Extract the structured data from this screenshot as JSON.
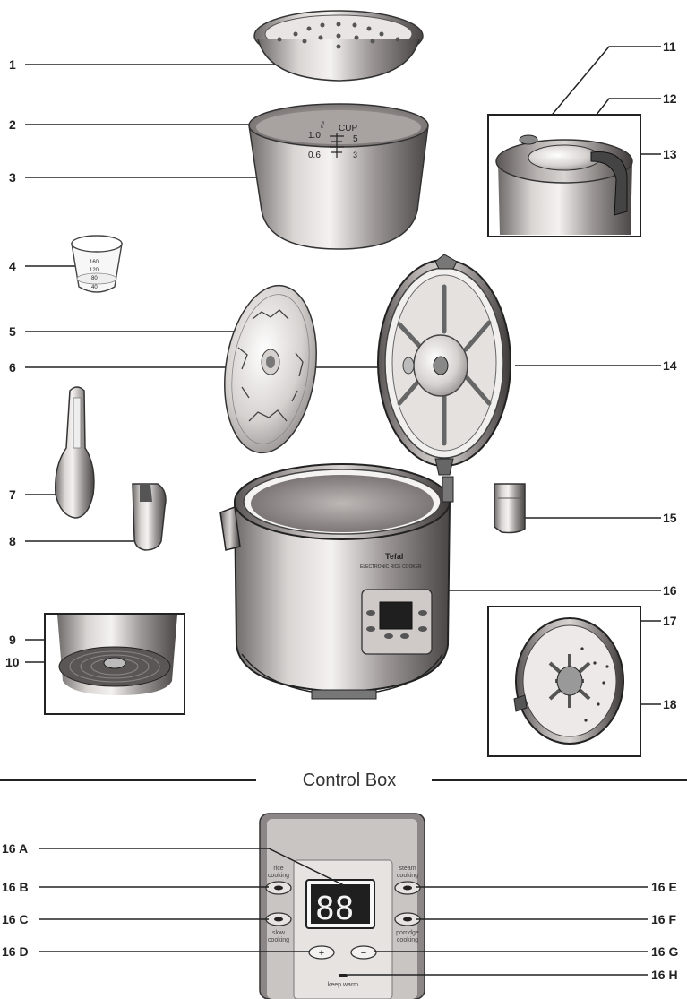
{
  "callouts": {
    "c1": "1",
    "c2": "2",
    "c3": "3",
    "c4": "4",
    "c5": "5",
    "c6": "6",
    "c7": "7",
    "c8": "8",
    "c9": "9",
    "c10": "10",
    "c11": "11",
    "c12": "12",
    "c13": "13",
    "c14": "14",
    "c15": "15",
    "c16": "16",
    "c17": "17",
    "c18": "18",
    "c16a": "16 A",
    "c16b": "16 B",
    "c16c": "16 C",
    "c16d": "16 D",
    "c16e": "16 E",
    "c16f": "16 F",
    "c16g": "16 G",
    "c16h": "16 H"
  },
  "bowl_markings": {
    "unit_liter": "ℓ",
    "unit_cup": "CUP",
    "l10": "1.0",
    "l06": "0.6",
    "cup5": "5",
    "cup3": "3"
  },
  "measuring_cup": {
    "m160": "160",
    "m120": "120",
    "m80": "80",
    "m40": "40"
  },
  "cooker_branding": {
    "brand": "Tefal",
    "model": "ELECTRONIC RICE COOKER"
  },
  "section_title": "Control Box",
  "control_box": {
    "display": "88",
    "rice_cooking": [
      "rice",
      "cooking"
    ],
    "slow_cooking": [
      "slow",
      "cooking"
    ],
    "steam_cooking": [
      "steam",
      "cooking"
    ],
    "porridge_cooking": [
      "porridge",
      "cooking"
    ],
    "plus": "+",
    "minus": "−",
    "keep_warm": "keep warm"
  }
}
